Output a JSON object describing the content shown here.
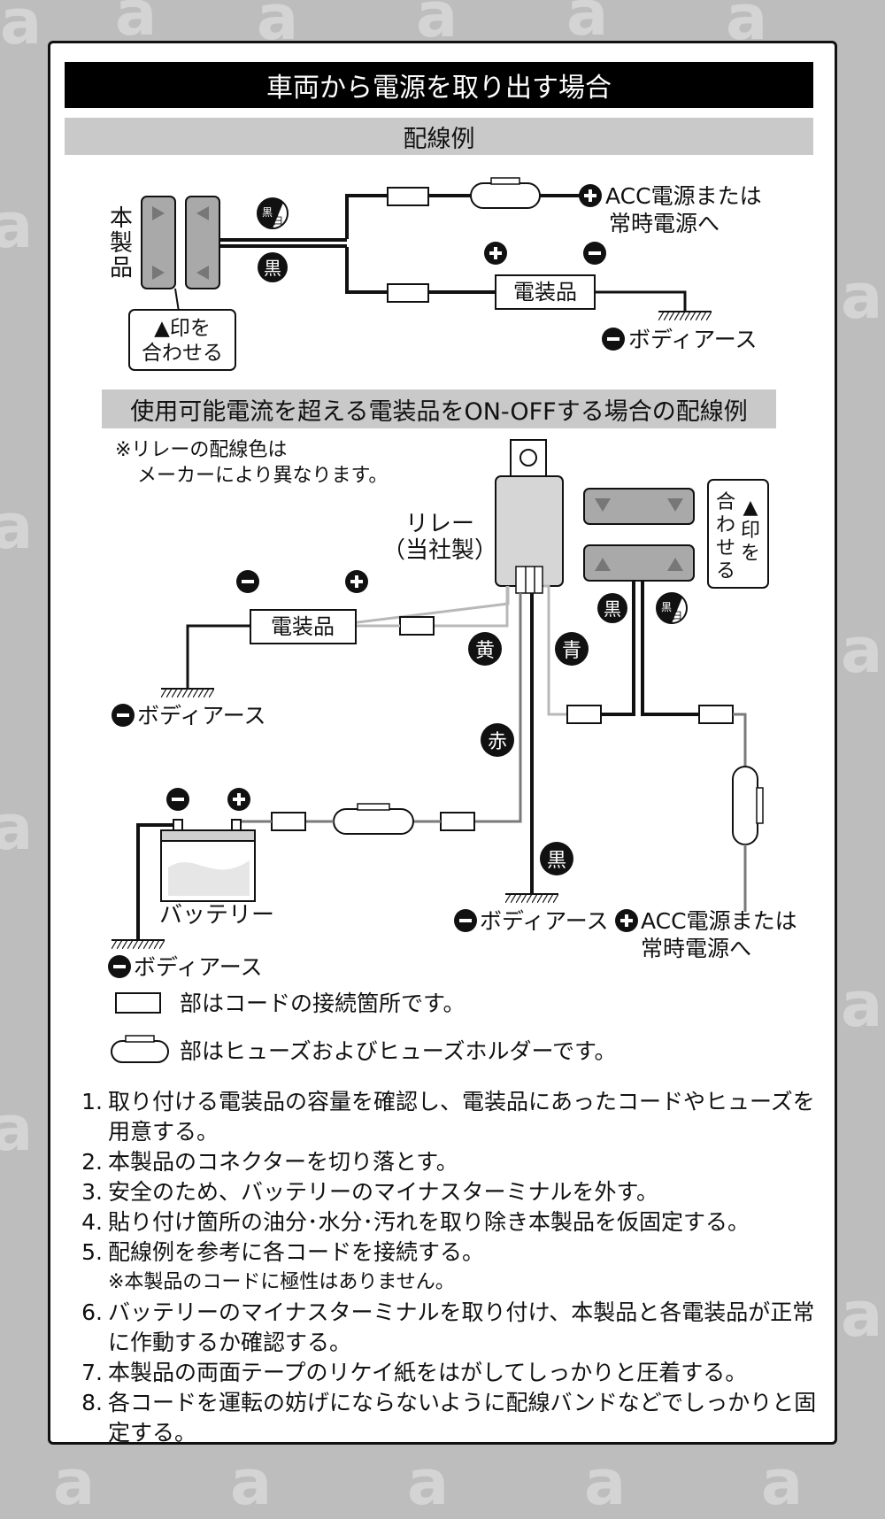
{
  "header": {
    "title": "車両から電源を取り出す場合",
    "section1": "配線例",
    "section2": "使用可能電流を超える電装品をON-OFFする場合の配線例"
  },
  "diagram1": {
    "product_label": [
      "本",
      "製",
      "品"
    ],
    "align_label": [
      "▲印を",
      "合わせる"
    ],
    "wire_black_white": {
      "top": "黒",
      "bottom": "白"
    },
    "wire_black": "黒",
    "acc_label": [
      "ACC電源または",
      "常時電源へ"
    ],
    "device_label": "電装品",
    "body_earth": "ボディアース"
  },
  "diagram2": {
    "note": [
      "※リレーの配線色は",
      "メーカーにより異なります。"
    ],
    "relay_label": [
      "リレー",
      "（当社製）"
    ],
    "align_label": [
      "合",
      "わ",
      "せ",
      "る",
      "▲",
      "印",
      "を"
    ],
    "wire_black": "黒",
    "wire_black_white": {
      "top": "黒",
      "bottom": "白"
    },
    "wire_yellow": "黄",
    "wire_blue": "青",
    "wire_red": "赤",
    "wire_black2": "黒",
    "device_label": "電装品",
    "body_earth_left": "ボディアース",
    "battery_label": "バッテリー",
    "body_earth_battery": "ボディアース",
    "body_earth_center": "ボディアース",
    "acc_label": [
      "ACC電源または",
      "常時電源へ"
    ]
  },
  "legend": {
    "connection": "部はコードの接続箇所です。",
    "fuse": "部はヒューズおよびヒューズホルダーです。"
  },
  "instructions": [
    {
      "num": "1.",
      "text": "取り付ける電装品の容量を確認し、電装品にあったコードやヒューズを用意する。"
    },
    {
      "num": "2.",
      "text": "本製品のコネクターを切り落とす。"
    },
    {
      "num": "3.",
      "text": "安全のため、バッテリーのマイナスターミナルを外す。"
    },
    {
      "num": "4.",
      "text": "貼り付け箇所の油分･水分･汚れを取り除き本製品を仮固定する。"
    },
    {
      "num": "5.",
      "text": "配線例を参考に各コードを接続する。",
      "sub": "※本製品のコードに極性はありません。"
    },
    {
      "num": "6.",
      "text": "バッテリーのマイナスターミナルを取り付け、本製品と各電装品が正常に作動するか確認する。"
    },
    {
      "num": "7.",
      "text": "本製品の両面テープのリケイ紙をはがしてしっかりと圧着する。"
    },
    {
      "num": "8.",
      "text": "各コードを運転の妨げにならないように配線バンドなどでしっかりと固定する。"
    }
  ]
}
